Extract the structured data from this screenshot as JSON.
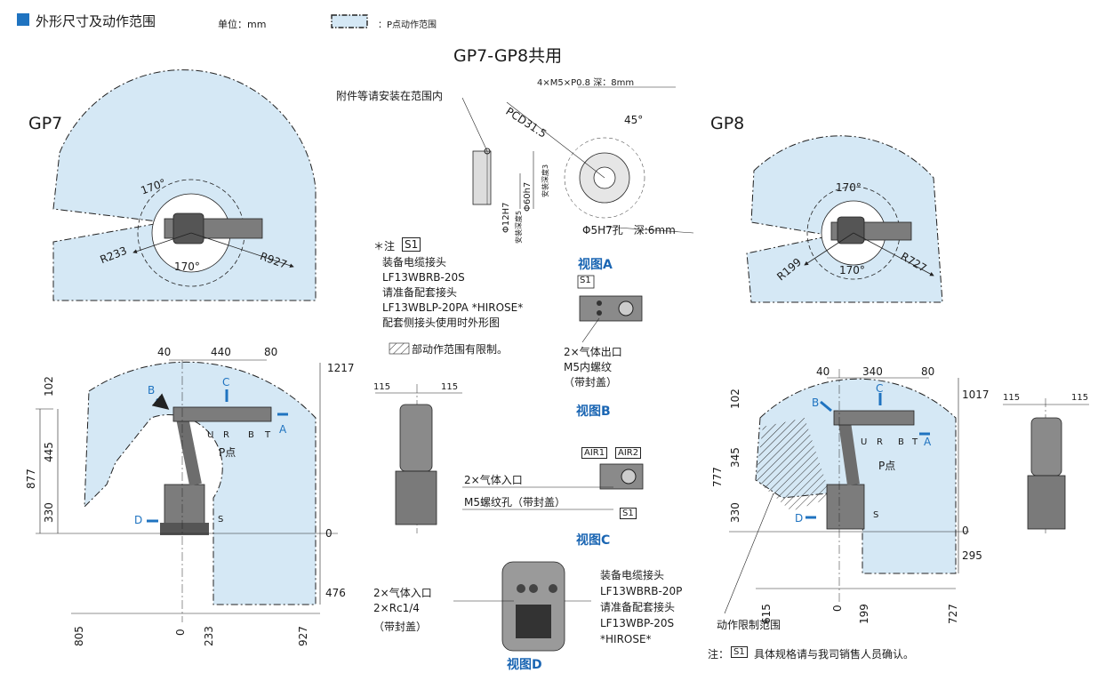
{
  "header": {
    "title": "外形尺寸及动作范围",
    "unit": "单位：mm",
    "legend_text": "：P点动作范围"
  },
  "common": {
    "title": "GP7-GP8共用",
    "attach_note": "附件等请安装在范围内",
    "flange_thread": "4×M5×P0.8 深：8mm",
    "pcd": "PCD31.5",
    "angle45": "45°",
    "d60": "Φ60h7",
    "d12": "Φ12H7",
    "depth3": "安装深度3",
    "depth5": "安装深度5",
    "hole5": "Φ5H7孔　深:6mm"
  },
  "note": {
    "mark": "＊注",
    "s1": "S1",
    "lines": [
      "装备电缆接头",
      "LF13WBRB-20S",
      "请准备配套接头",
      "LF13WBLP-20PA  *HIROSE*",
      "配套侧接头使用时外形图"
    ],
    "hatch_text": "部动作范围有限制。"
  },
  "viewA": {
    "title": "视图A",
    "s1": "S1",
    "gas_out": "2×气体出口",
    "thread": "M5内螺纹",
    "cap": "（带封盖）"
  },
  "viewB": {
    "title": "视图B"
  },
  "viewC": {
    "title": "视图C",
    "air1": "AIR1",
    "air2": "AIR2",
    "gas_in": "2×气体入口",
    "thread": "M5螺纹孔（带封盖）",
    "s1": "S1"
  },
  "viewD": {
    "title": "视图D",
    "gas_in": "2×气体入口",
    "rc": "2×Rc1/4",
    "cap": "（带封盖）",
    "c1": "装备电缆接头",
    "c2": "LF13WBRB-20P",
    "c3": "请准备配套接头",
    "c4": "LF13WBP-20S",
    "c5": "*HIROSE*"
  },
  "gp7": {
    "title": "GP7",
    "top": {
      "angle_top": "170°",
      "angle_bottom": "170°",
      "r_inner": "R233",
      "r_outer": "R927"
    },
    "side": {
      "d40": "40",
      "d440": "440",
      "d80": "80",
      "h1217": "1217",
      "d102": "102",
      "d445": "445",
      "d877": "877",
      "d330": "330",
      "zero": "0",
      "d476": "476",
      "b805": "805",
      "b0": "0",
      "b233": "233",
      "b927": "927",
      "lA": "A",
      "lB": "B",
      "lC": "C",
      "lD": "D",
      "lU": "U",
      "lR": "R",
      "lB2": "B",
      "lT": "T",
      "lS": "S",
      "pt": "P点"
    },
    "rear": {
      "d115a": "115",
      "d115b": "115"
    }
  },
  "gp8": {
    "title": "GP8",
    "top": {
      "angle_top": "170°",
      "angle_bottom": "170°",
      "r_inner": "R199",
      "r_outer": "R727"
    },
    "side": {
      "d40": "40",
      "d340": "340",
      "d80": "80",
      "h1017": "1017",
      "d102": "102",
      "d345": "345",
      "d777": "777",
      "d330": "330",
      "zero": "0",
      "d295": "295",
      "b615": "615",
      "b0": "0",
      "b199": "199",
      "b727": "727",
      "lA": "A",
      "lB": "B",
      "lC": "C",
      "lD": "D",
      "lU": "U",
      "lR": "R",
      "lB2": "B",
      "lT": "T",
      "lS": "S",
      "pt": "P点",
      "limit": "动作限制范围"
    },
    "rear": {
      "d115a": "115",
      "d115b": "115"
    }
  },
  "footer": {
    "note": "注：",
    "s1": "S1",
    "text": "具体规格请与我司销售人员确认。"
  },
  "colors": {
    "range_fill": "#d5e8f5",
    "accent": "#1f73c0",
    "title_blue": "#1b66b3"
  }
}
